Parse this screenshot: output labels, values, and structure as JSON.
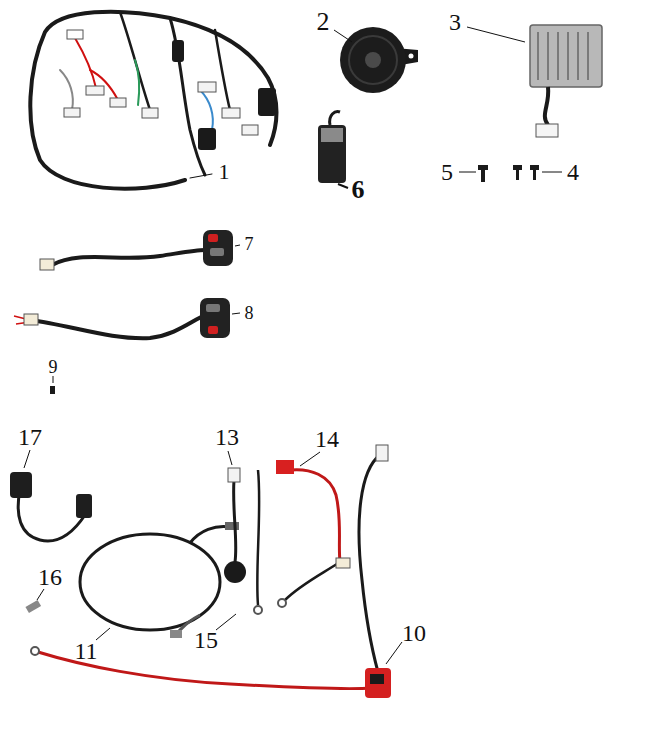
{
  "diagram": {
    "labels": [
      "2",
      "3",
      "1",
      "6",
      "5",
      "4",
      "7",
      "8",
      "9",
      "17",
      "13",
      "14",
      "16",
      "11",
      "15",
      "10"
    ]
  }
}
